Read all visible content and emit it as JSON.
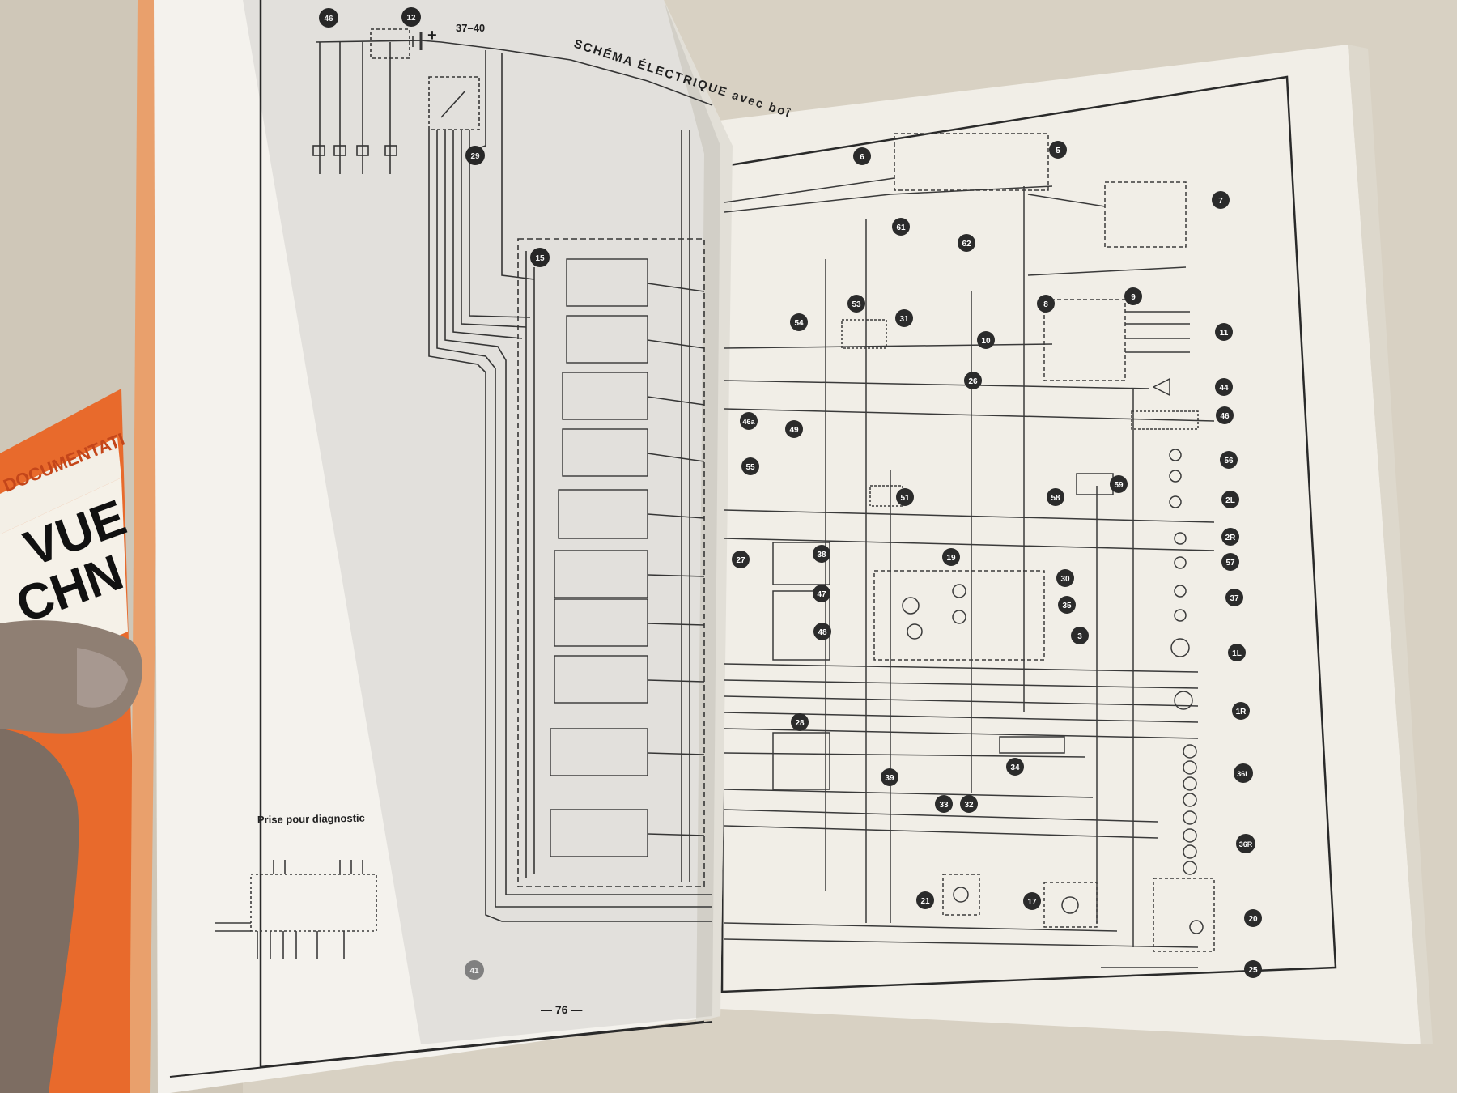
{
  "book": {
    "left_page": {
      "header_ref": "37–40",
      "title": "SCHÉMA ÉLECTRIQUE avec boî",
      "plus_sign": "+",
      "diagnostic_label": "Prise pour diagnostic",
      "page_number": "— 76 —"
    },
    "magazine": {
      "documentation": "DOCUMENTATI",
      "line1": "VUE",
      "line2": "CHN"
    },
    "callouts_left": [
      "46",
      "12",
      "29",
      "15",
      "41"
    ],
    "callouts_right": [
      "6",
      "5",
      "7",
      "61",
      "62",
      "8",
      "9",
      "11",
      "53",
      "54",
      "31",
      "10",
      "26",
      "44",
      "46",
      "46a",
      "49",
      "55",
      "56",
      "51",
      "58",
      "59",
      "2L",
      "2R",
      "57",
      "27",
      "38",
      "19",
      "30",
      "37",
      "47",
      "35",
      "48",
      "3",
      "1L",
      "1R",
      "28",
      "34",
      "39",
      "33",
      "32",
      "36L",
      "36R",
      "21",
      "17",
      "20",
      "25"
    ]
  }
}
